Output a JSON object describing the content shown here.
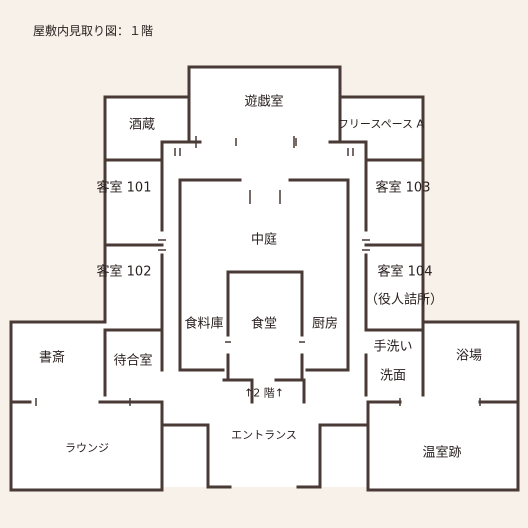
{
  "title": "屋敷内見取り図：１階",
  "rooms": {
    "sakagura": "酒蔵",
    "yugishitsu": "遊戯室",
    "free_space_a": "フリースペース A",
    "kyakushitsu_101": "客室 101",
    "kyakushitsu_103": "客室 103",
    "nakaniwa": "中庭",
    "kyakushitsu_102": "客室 102",
    "kyakushitsu_104": "客室 104",
    "yakunin_tsumesho": "（役人詰所）",
    "shosai": "書斎",
    "machiaishitsu": "待合室",
    "shokuryoko": "食料庫",
    "shokudo": "食堂",
    "chubo": "厨房",
    "tearai": "手洗い",
    "senmen": "洗面",
    "yokujo": "浴場",
    "stairs": "↑2 階↑",
    "lounge": "ラウンジ",
    "entrance": "エントランス",
    "onshitsu_ato": "温室跡"
  },
  "colors": {
    "background": "#f8f1e9",
    "wall": "#4a3a36",
    "floor": "#ffffff",
    "text": "#2b2020"
  }
}
